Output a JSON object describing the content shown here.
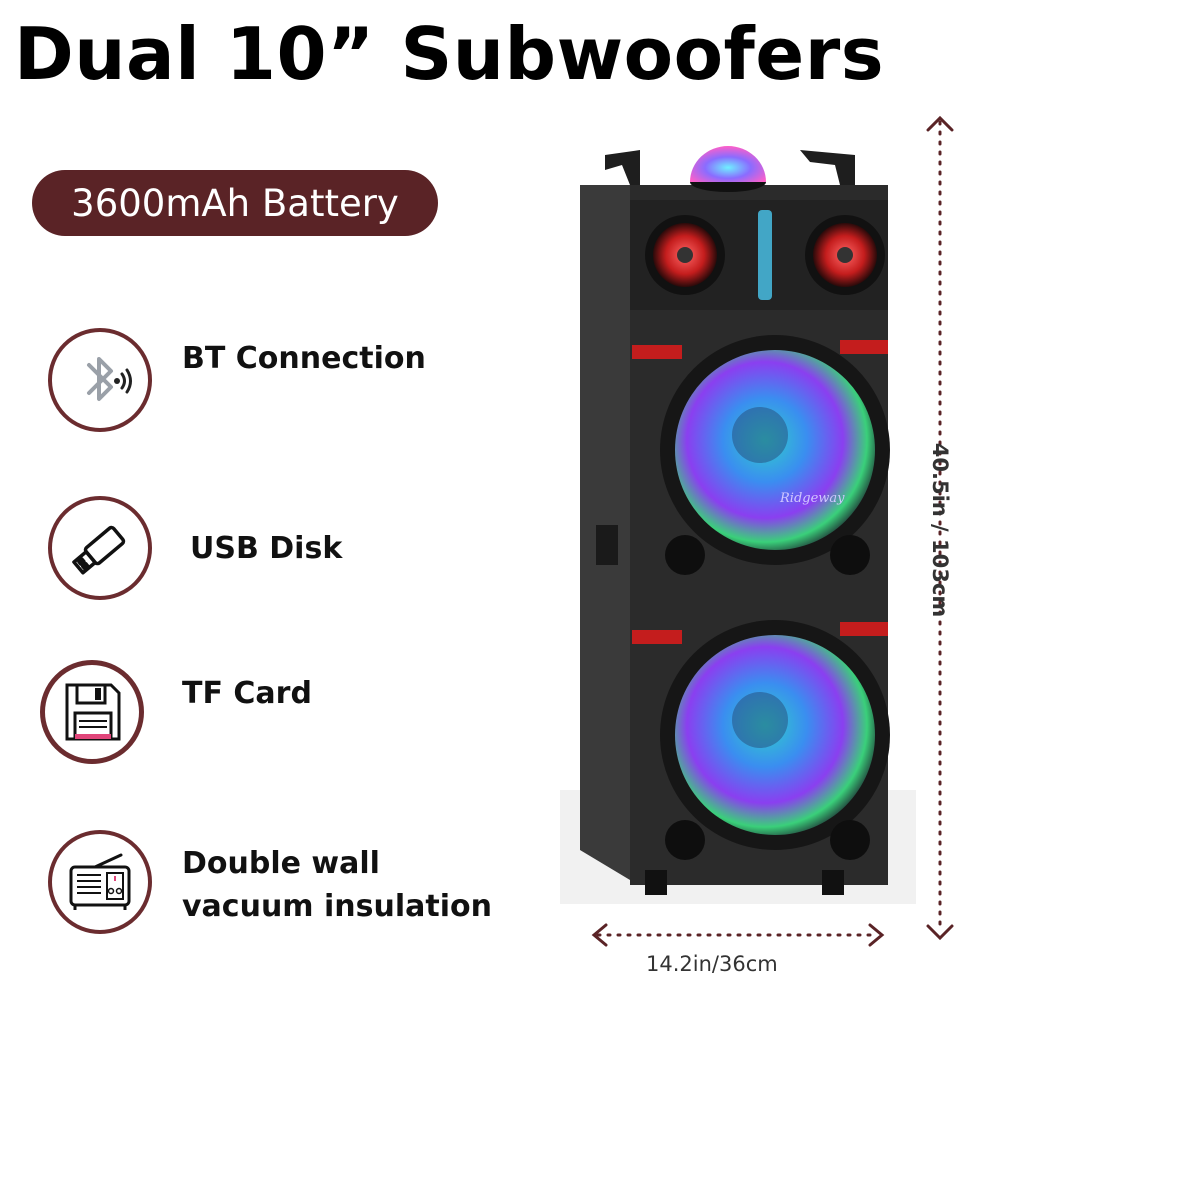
{
  "title": "Dual 10” Subwoofers",
  "battery_badge": "3600mAh Battery",
  "features": [
    {
      "label": "BT Connection",
      "icon": "bluetooth-icon"
    },
    {
      "label": "USB Disk",
      "icon": "usb-icon"
    },
    {
      "label": "TF Card",
      "icon": "floppy-disk-icon"
    },
    {
      "label_line1": "Double wall",
      "label_line2": "vacuum insulation",
      "icon": "radio-icon"
    }
  ],
  "dimensions": {
    "width_label": "14.2in/36cm",
    "height_label": "40.5in / 103cm"
  },
  "brand_mark": "Ridgeway",
  "colors": {
    "accent": "#5a2326",
    "ring": "#6b2c2f",
    "dimension_dots": "#5a2326"
  }
}
